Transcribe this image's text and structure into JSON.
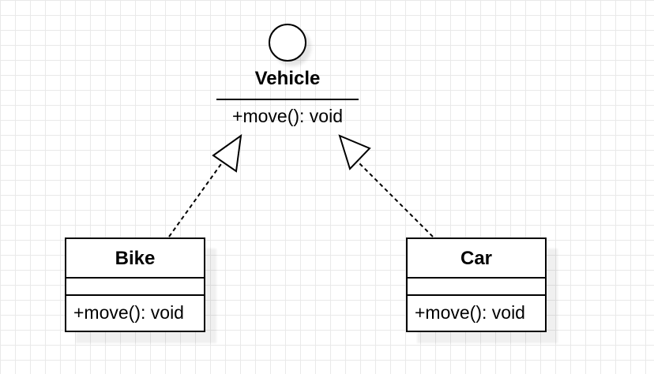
{
  "interface": {
    "name": "Vehicle",
    "operations": [
      "+move(): void"
    ]
  },
  "classes": [
    {
      "name": "Bike",
      "attributes": [],
      "operations": [
        "+move(): void"
      ]
    },
    {
      "name": "Car",
      "attributes": [],
      "operations": [
        "+move(): void"
      ]
    }
  ],
  "relationships": [
    {
      "from": "Bike",
      "to": "Vehicle",
      "type": "realization"
    },
    {
      "from": "Car",
      "to": "Vehicle",
      "type": "realization"
    }
  ]
}
